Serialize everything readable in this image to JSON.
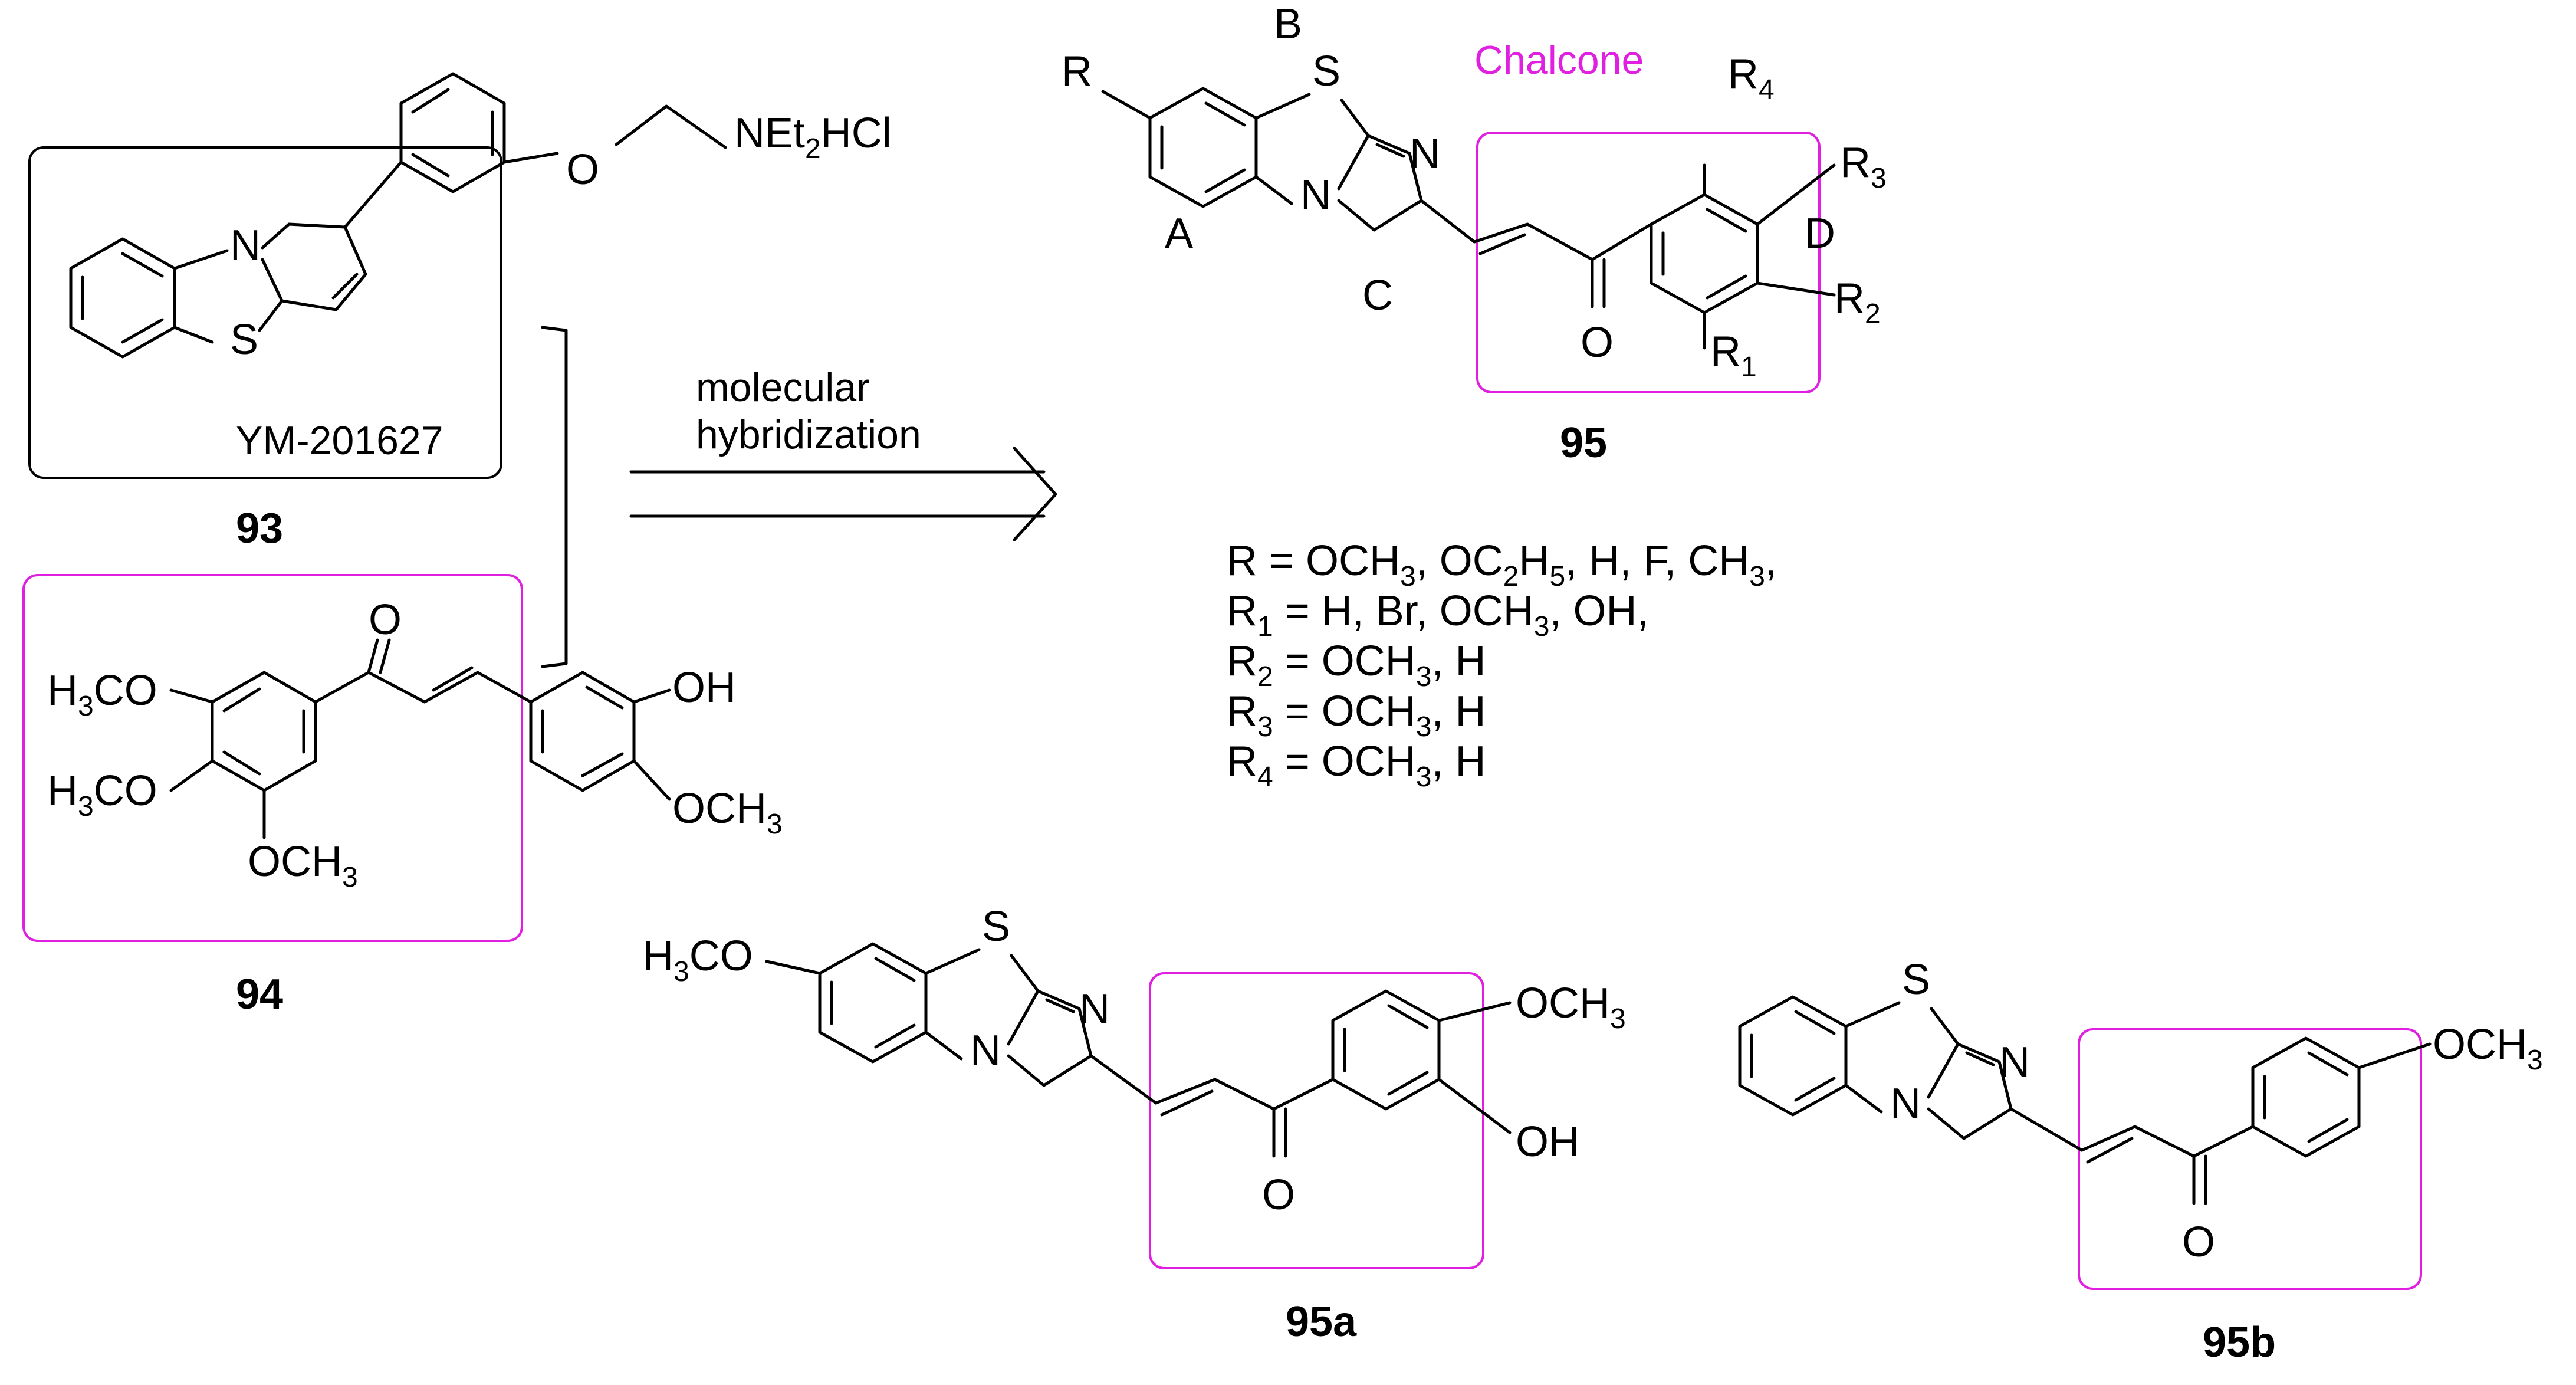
{
  "highlight_color": "#e01fe0",
  "compound_93": {
    "number": "93",
    "name": "YM-201627",
    "side_chain": "NEt",
    "side_chain_sub": "2",
    "side_chain_end": "HCl",
    "atom_N": "N",
    "atom_S": "S",
    "atom_O": "O"
  },
  "compound_94": {
    "number": "94",
    "sub_left_1": "H",
    "sub_left_1_sub": "3",
    "sub_left_1_end": "CO",
    "sub_left_2": "H",
    "sub_left_2_sub": "3",
    "sub_left_2_end": "CO",
    "sub_bottom": "OCH",
    "sub_bottom_sub": "3",
    "sub_right_oh": "OH",
    "sub_right_ome": "OCH",
    "sub_right_ome_sub": "3",
    "carbonyl": "O"
  },
  "arrow": {
    "line1": "molecular",
    "line2": "hybridization"
  },
  "compound_95": {
    "number": "95",
    "chalcone_label": "Chalcone",
    "R": "R",
    "ring_A": "A",
    "ring_B": "B",
    "ring_C": "C",
    "ring_D": "D",
    "atom_S": "S",
    "atom_N_ring": "N",
    "atom_N_bridge": "N",
    "carbonyl": "O",
    "R1": "R",
    "R1_sub": "1",
    "R2": "R",
    "R2_sub": "2",
    "R3": "R",
    "R3_sub": "3",
    "R4": "R",
    "R4_sub": "4"
  },
  "substituents": [
    {
      "lead": "R",
      "lead_sub": "",
      "text": " = OCH",
      "t_sub": "3",
      "rest": ", OC",
      "r_sub": "2",
      "rest2": "H",
      "r2_sub": "5",
      "tail": ", H, F, CH",
      "tail_sub": "3",
      "end": ","
    },
    {
      "lead": "R",
      "lead_sub": "1",
      "text": " = H, Br, OCH",
      "t_sub": "3",
      "rest": ", OH,"
    },
    {
      "lead": "R",
      "lead_sub": "2",
      "text": " = OCH",
      "t_sub": "3",
      "rest": ", H"
    },
    {
      "lead": "R",
      "lead_sub": "3",
      "text": " = OCH",
      "t_sub": "3",
      "rest": ", H"
    },
    {
      "lead": "R",
      "lead_sub": "4",
      "text": " = OCH",
      "t_sub": "3",
      "rest": ", H"
    }
  ],
  "compound_95a": {
    "number": "95a",
    "sub_meo": "H",
    "sub_meo_sub": "3",
    "sub_meo_end": "CO",
    "atom_S": "S",
    "atom_N_ring": "N",
    "atom_N_bridge": "N",
    "carbonyl": "O",
    "sub_ome": "OCH",
    "sub_ome_sub": "3",
    "sub_oh": "OH"
  },
  "compound_95b": {
    "number": "95b",
    "atom_S": "S",
    "atom_N_ring": "N",
    "atom_N_bridge": "N",
    "carbonyl": "O",
    "sub_ome": "OCH",
    "sub_ome_sub": "3"
  }
}
